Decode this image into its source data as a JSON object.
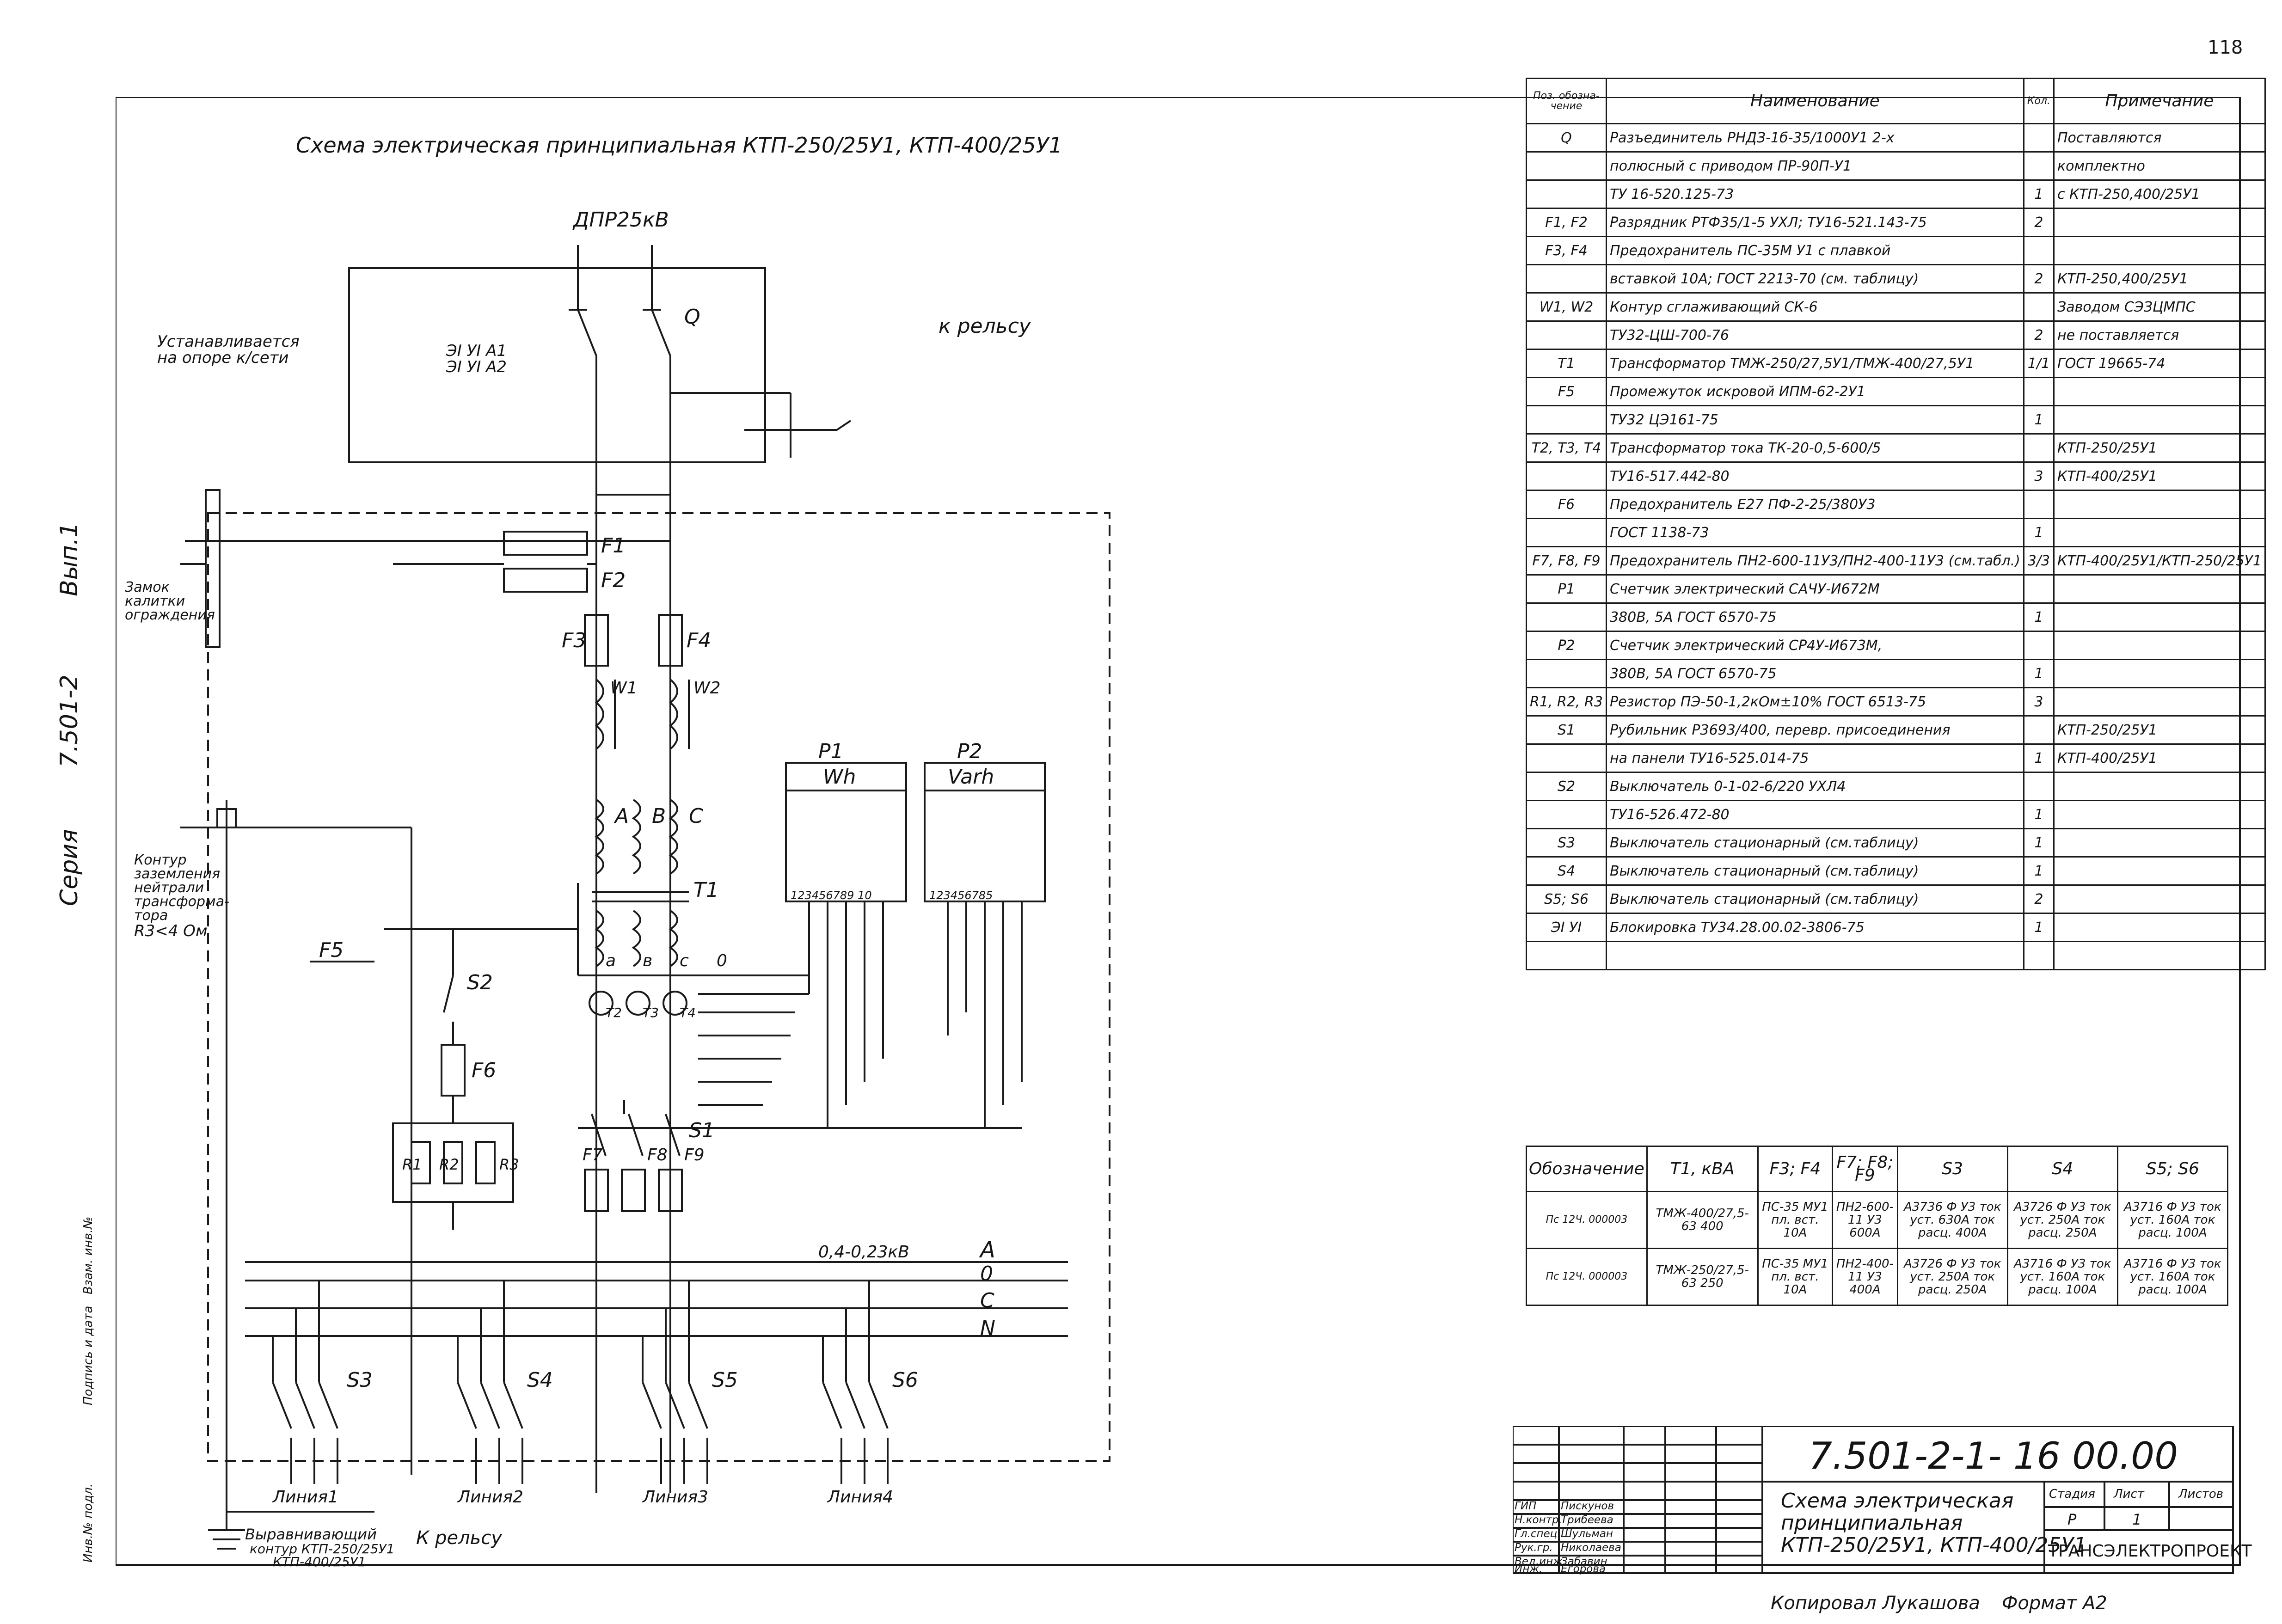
{
  "sheet_number": "118",
  "diagram": {
    "title": "Схема электрическая принципиальная КТП-250/25У1, КТП-400/25У1",
    "disconnector_label": "ДПР25кВ",
    "q_label": "Q",
    "rail_label": "к рельсу",
    "install_note_1": "Устанавливается",
    "install_note_2": "на опоре к/сети",
    "interlock_1": "ЭI УI А1",
    "interlock_2": "ЭI УI А2",
    "lock_1": "Замок",
    "lock_2": "калитки",
    "lock_3": "ограждения",
    "ground_1": "Контур",
    "ground_2": "заземления",
    "ground_3": "нейтрали",
    "ground_4": "трансформа-",
    "ground_5": "тора",
    "ground_6": "R3<4 Ом",
    "f1": "F1",
    "f2": "F2",
    "f3": "F3",
    "f4": "F4",
    "f5": "F5",
    "f6": "F6",
    "f7": "F7",
    "f8": "F8",
    "f9": "F9",
    "w1": "W1",
    "w2": "W2",
    "ta": "A",
    "tb": "B",
    "tc": "C",
    "t1": "T1",
    "sa": "a",
    "sb": "в",
    "sc": "c",
    "so": "0",
    "t2": "T2",
    "t3": "T3",
    "t4": "T4",
    "s1": "S1",
    "s2": "S2",
    "s3": "S3",
    "s4": "S4",
    "s5": "S5",
    "s6": "S6",
    "r1": "R1",
    "r2": "R2",
    "r3": "R3",
    "p1": "P1",
    "p2": "P2",
    "p1_unit": "Wh",
    "p2_unit": "Varh",
    "p1_terms": "123456789 10",
    "p2_terms": "123456785",
    "bus_voltage": "0,4-0,23кВ",
    "bus_a": "A",
    "bus_0": "0",
    "bus_c": "C",
    "bus_n": "N",
    "line1": "Линия1",
    "line2": "Линия2",
    "line3": "Линия3",
    "line4": "Линия4",
    "equal_1": "Выравнивающий",
    "equal_2": "контур КТП-250/25У1",
    "equal_3": "КТП-400/25У1",
    "rail_bottom": "К рельсу"
  },
  "left_margin": {
    "vyp": "Вып.1",
    "doc": "7.501-2",
    "series": "Серия",
    "inv": "Инв.№ подл.",
    "sign": "Подпись и дата",
    "vzam": "Взам. инв.№"
  },
  "spec": {
    "headers": {
      "pos": "Поз. обозна- чение",
      "name": "Наименование",
      "qty": "Кол.",
      "note": "Примечание"
    },
    "rows": [
      [
        "Q",
        "Разъединитель РНДЗ-1б-35/1000У1 2-х",
        "",
        "Поставляются"
      ],
      [
        "",
        "полюсный с приводом ПР-90П-У1",
        "",
        "комплектно"
      ],
      [
        "",
        "ТУ 16-520.125-73",
        "1",
        "с КТП-250,400/25У1"
      ],
      [
        "F1, F2",
        "Разрядник РТФ35/1-5 УХЛ; ТУ16-521.143-75",
        "2",
        ""
      ],
      [
        "F3, F4",
        "Предохранитель ПС-35М У1 с плавкой",
        "",
        ""
      ],
      [
        "",
        "вставкой 10А; ГОСТ 2213-70 (см. таблицу)",
        "2",
        "КТП-250,400/25У1"
      ],
      [
        "W1, W2",
        "Контур сглаживающий СК-6",
        "",
        "Заводом СЭЗЦМПС"
      ],
      [
        "",
        "ТУ32-ЦШ-700-76",
        "2",
        "не поставляется"
      ],
      [
        "T1",
        "Трансформатор ТМЖ-250/27,5У1/ТМЖ-400/27,5У1",
        "1/1",
        "ГОСТ 19665-74"
      ],
      [
        "F5",
        "Промежуток искровой ИПМ-62-2У1",
        "",
        ""
      ],
      [
        "",
        "ТУ32 ЦЭ161-75",
        "1",
        ""
      ],
      [
        "T2, T3, T4",
        "Трансформатор тока ТК-20-0,5-600/5",
        "",
        "КТП-250/25У1"
      ],
      [
        "",
        "ТУ16-517.442-80",
        "3",
        "КТП-400/25У1"
      ],
      [
        "F6",
        "Предохранитель Е27 ПФ-2-25/380У3",
        "",
        ""
      ],
      [
        "",
        "ГОСТ 1138-73",
        "1",
        ""
      ],
      [
        "F7, F8, F9",
        "Предохранитель ПН2-600-11У3/ПН2-400-11У3 (см.табл.)",
        "3/3",
        "КТП-400/25У1/КТП-250/25У1"
      ],
      [
        "P1",
        "Счетчик электрический САЧУ-И672М",
        "",
        ""
      ],
      [
        "",
        "380В, 5А ГОСТ 6570-75",
        "1",
        ""
      ],
      [
        "P2",
        "Счетчик электрический СР4У-И673М,",
        "",
        ""
      ],
      [
        "",
        "380В, 5А ГОСТ 6570-75",
        "1",
        ""
      ],
      [
        "R1, R2, R3",
        "Резистор ПЭ-50-1,2кОм±10% ГОСТ 6513-75",
        "3",
        ""
      ],
      [
        "S1",
        "Рубильник Р3693/400, перевр. присоединения",
        "",
        "КТП-250/25У1"
      ],
      [
        "",
        "на панели ТУ16-525.014-75",
        "1",
        "КТП-400/25У1"
      ],
      [
        "S2",
        "Выключатель 0-1-02-6/220 УХЛ4",
        "",
        ""
      ],
      [
        "",
        "ТУ16-526.472-80",
        "1",
        ""
      ],
      [
        "S3",
        "Выключатель стационарный (см.таблицу)",
        "1",
        ""
      ],
      [
        "S4",
        "Выключатель стационарный (см.таблицу)",
        "1",
        ""
      ],
      [
        "S5; S6",
        "Выключатель стационарный (см.таблицу)",
        "2",
        ""
      ],
      [
        "ЭI УI",
        "Блокировка ТУ34.28.00.02-3806-75",
        "1",
        ""
      ],
      [
        "",
        "",
        "",
        ""
      ]
    ]
  },
  "params": {
    "headers": [
      "Обозначение",
      "T1, кВА",
      "F3; F4",
      "F7; F8; F9",
      "S3",
      "S4",
      "S5; S6"
    ],
    "rows": [
      [
        "Пс 12Ч. 000003",
        "ТМЖ-400/27,5-63 400",
        "ПС-35 МУ1 пл. вст. 10А",
        "ПН2-600-11 У3 600А",
        "А3736 Ф У3 ток уст. 630А ток расц. 400А",
        "А3726 Ф У3 ток уст. 250А ток расц. 250А",
        "А3716 Ф У3 ток уст. 160А ток расц. 100А"
      ],
      [
        "Пс 12Ч. 000003",
        "ТМЖ-250/27,5-63 250",
        "ПС-35 МУ1 пл. вст. 10А",
        "ПН2-400-11 У3 400А",
        "А3726 Ф У3 ток уст. 250А ток расц. 250А",
        "А3716 Ф У3 ток уст. 160А ток расц. 100А",
        "А3716 Ф У3 ток уст. 160А ток расц. 100А"
      ]
    ]
  },
  "titleblock": {
    "doc_number": "7.501-2-1- 16 00.00",
    "title_1": "Схема электрическая",
    "title_2": "принципиальная",
    "title_3": "КТП-250/25У1, КТП-400/25У1",
    "stage_h": "Стадия",
    "sheet_h": "Лист",
    "sheets_h": "Листов",
    "stage": "Р",
    "sheet": "1",
    "org": "ТРАНСЭЛЕКТРОПРОЕКТ",
    "staff": [
      [
        "ГИП",
        "Пискунов"
      ],
      [
        "Н.контр.",
        "Трибеева"
      ],
      [
        "Гл.спец.",
        "Шульман"
      ],
      [
        "Рук.гр.",
        "Николаева"
      ],
      [
        "Вед.инж.",
        "Забавин"
      ],
      [
        "Инж.",
        "Егорова"
      ]
    ],
    "copied": "Копировал Лукашова",
    "format": "Формат А2"
  }
}
